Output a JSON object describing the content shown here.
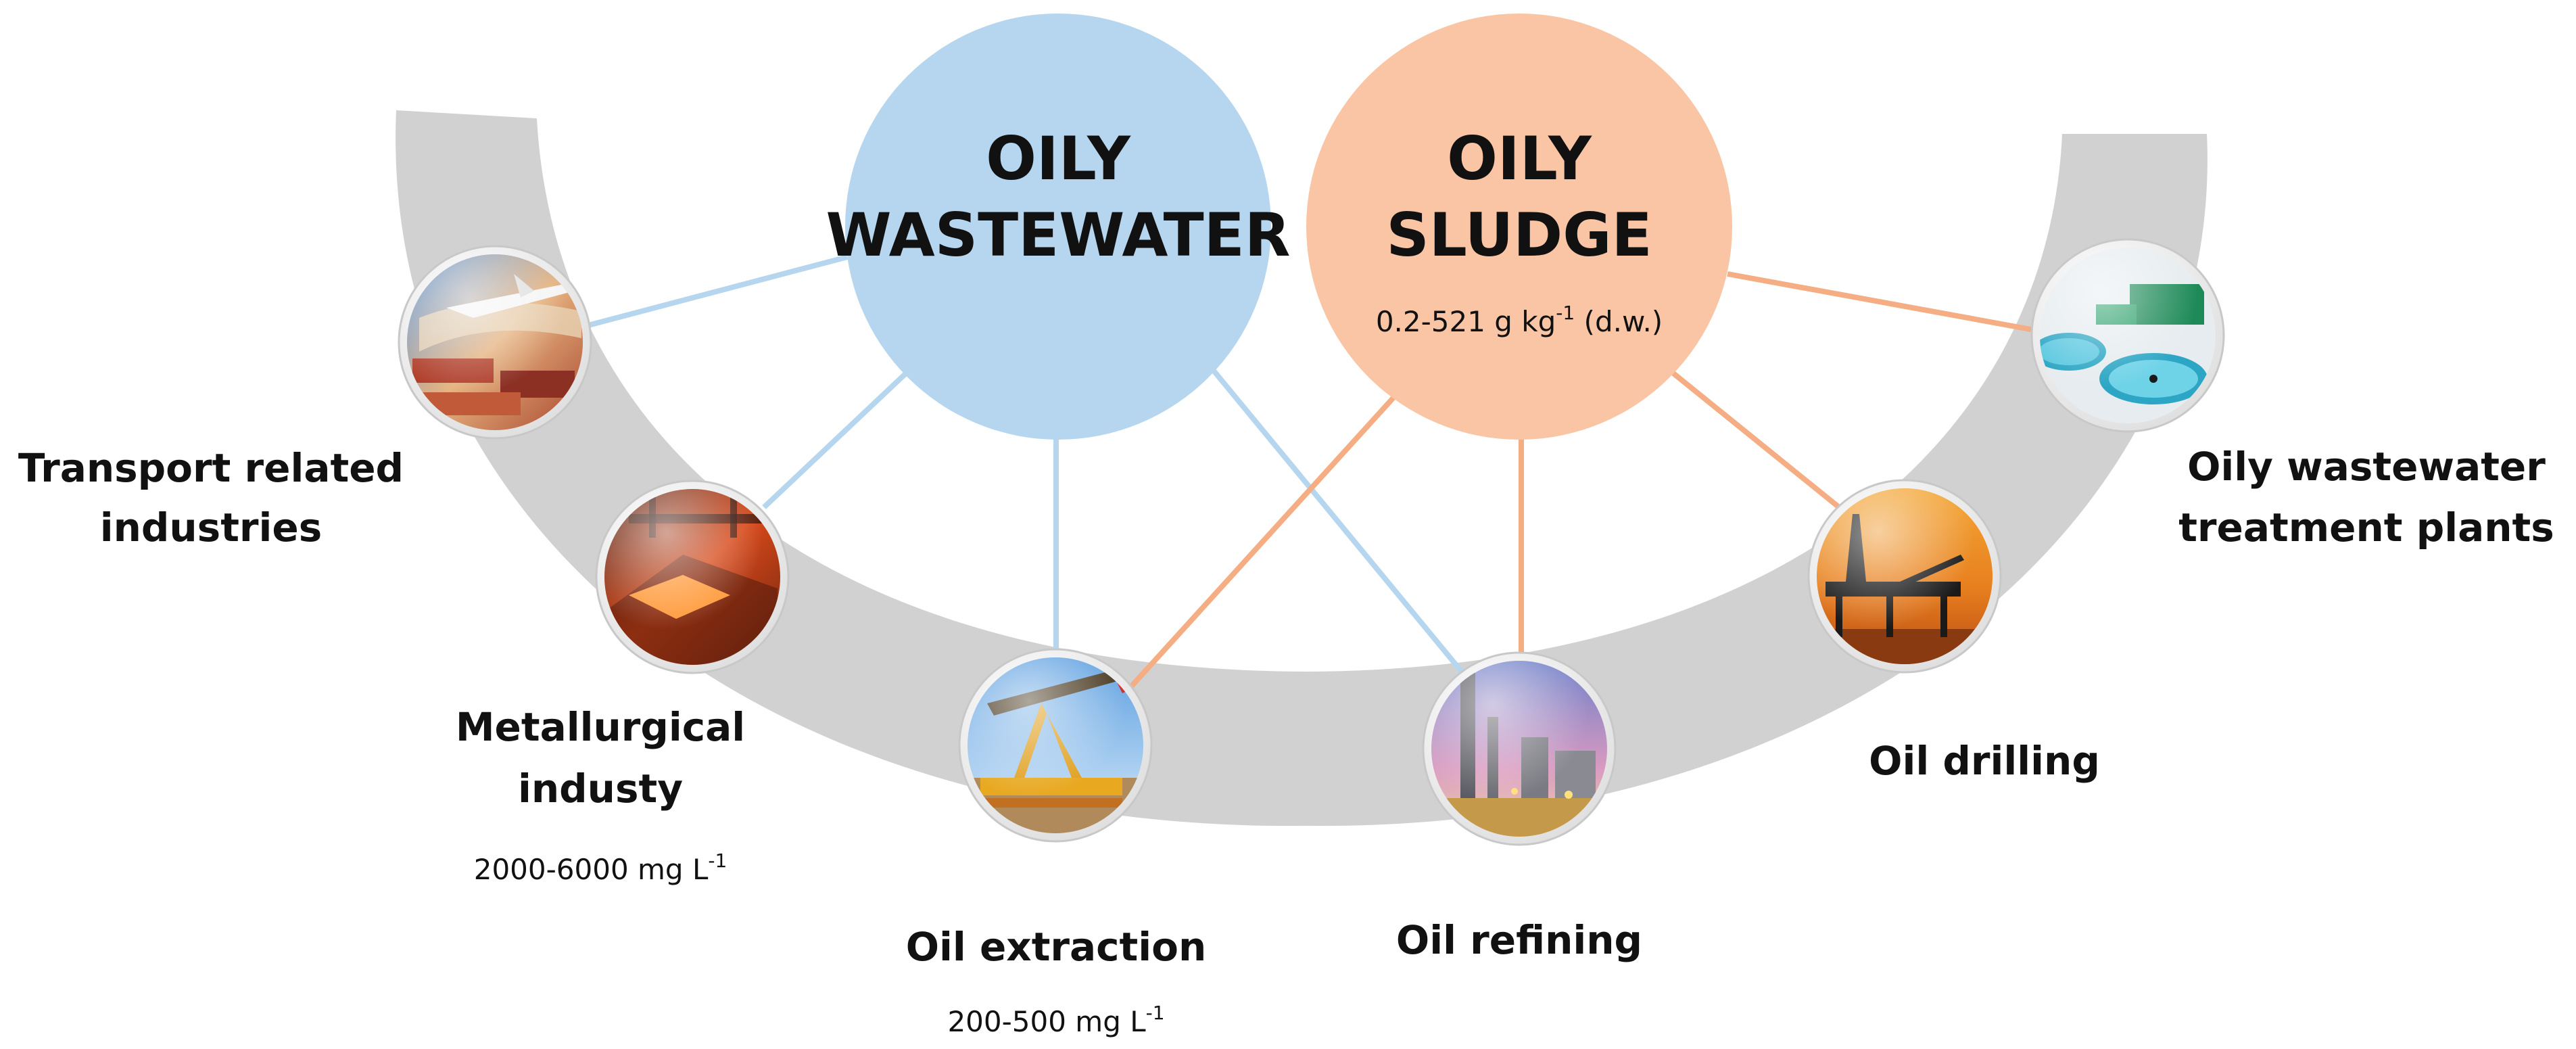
{
  "colors": {
    "wastewater": "#b5d6ee",
    "sludge": "#f9c5a4",
    "arc": "#d1d1d1",
    "wastewater_line": "#b5d6ee",
    "sludge_line": "#f5ad83"
  },
  "hubs": {
    "wastewater": {
      "title_line1": "OILY",
      "title_line2": "WASTEWATER"
    },
    "sludge": {
      "title_line1": "OILY",
      "title_line2": "SLUDGE",
      "concentration": "0.2-521 g kg",
      "concentration_sup": "-1",
      "concentration_suffix": " (d.w.)"
    }
  },
  "nodes": {
    "transport": {
      "label_line1": "Transport related",
      "label_line2": "industries",
      "icon": "airplane-cargo-icon"
    },
    "metallurgical": {
      "label_line1": "Metallurgical",
      "label_line2": "industy",
      "concentration": "2000-6000 mg L",
      "concentration_sup": "-1",
      "icon": "steel-mill-icon"
    },
    "extraction": {
      "label_line1": "Oil extraction",
      "concentration": "200-500 mg L",
      "concentration_sup": "-1",
      "icon": "pumpjack-icon"
    },
    "refining": {
      "label_line1": "Oil refining",
      "icon": "refinery-icon"
    },
    "drilling": {
      "label_line1": "Oil drilling",
      "icon": "offshore-rig-icon"
    },
    "treatment": {
      "label_line1": "Oily wastewater",
      "label_line2": "treatment plants",
      "icon": "treatment-plant-icon"
    }
  },
  "connections": {
    "wastewater": [
      "transport",
      "metallurgical",
      "extraction",
      "refining"
    ],
    "sludge": [
      "extraction",
      "refining",
      "drilling",
      "treatment"
    ]
  }
}
